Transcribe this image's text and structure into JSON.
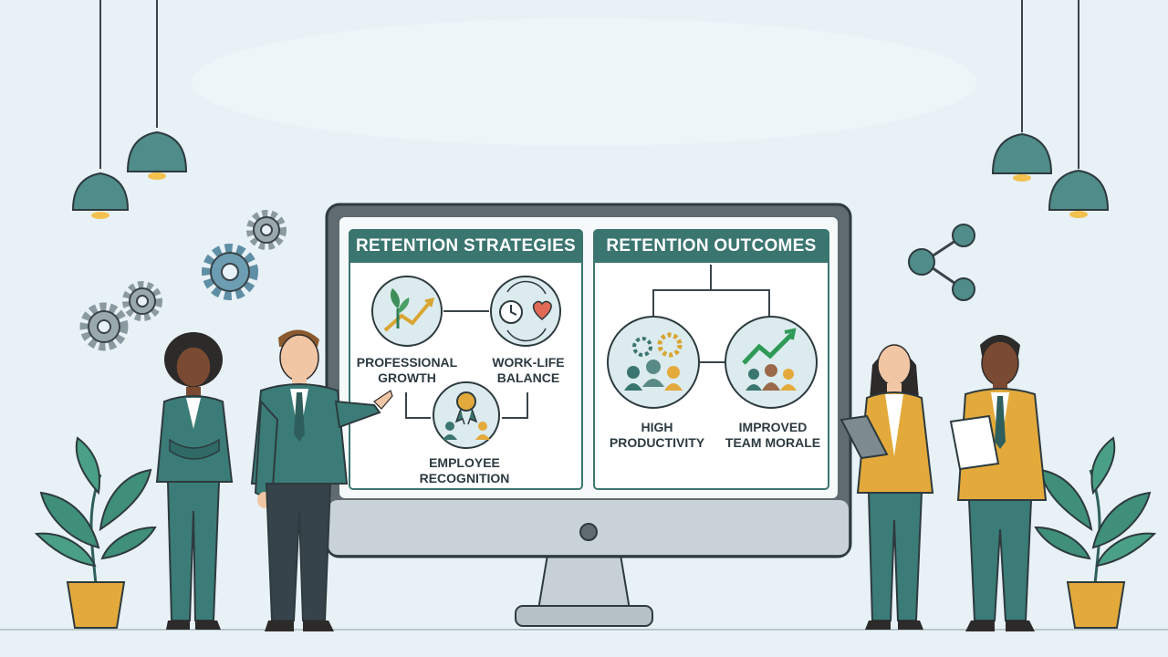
{
  "screen": {
    "left_panel": {
      "title": "RETENTION STRATEGIES",
      "nodes": [
        {
          "label": "PROFESSIONAL GROWTH",
          "icon": "sprout-growth-icon"
        },
        {
          "label": "WORK-LIFE BALANCE",
          "icon": "clock-heart-icon"
        },
        {
          "label": "EMPLOYEE RECOGNITION",
          "icon": "award-ribbon-icon"
        }
      ]
    },
    "right_panel": {
      "title": "RETENTION OUTCOMES",
      "nodes": [
        {
          "label": "HIGH PRODUCTIVITY",
          "icon": "team-gears-icon"
        },
        {
          "label": "IMPROVED TEAM MORALE",
          "icon": "team-growth-chart-icon"
        }
      ]
    }
  },
  "colors": {
    "background": "#e7f1f6",
    "teal": "#3b7570",
    "dark_teal": "#2f5f5c",
    "mustard": "#d9a531",
    "monitor_frame": "#5f6b70",
    "screen_bg": "#f6f9fa"
  }
}
